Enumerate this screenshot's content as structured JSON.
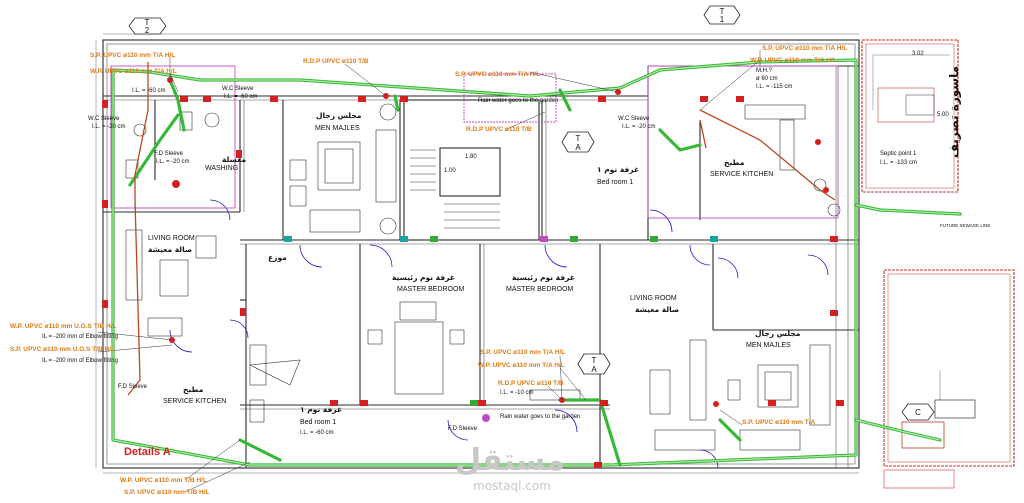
{
  "labels": {
    "tag_t2": "T\n2",
    "tag_t1": "T\n1",
    "tag_ta1": "T\nA",
    "tag_ta2": "T\nA",
    "sp_top_left": "S.P. UPVC ø110 mm T/A H/L",
    "wp_top_left": "W.P. UPVC ø110 mm T/A H/L",
    "rdp_top": "R.D.P UPVC ø110 T/B",
    "sp_top_mid": "S.P. UPVC ø110 mm T/A H/L",
    "sp_top_right": "S.P. UPVC ø110 mm T/A H/L",
    "wp_top_right": "W.P. UPVC ø110 mm T/A H/L",
    "rdp_mid": "R.D.P UPVC ø110 T/B",
    "rain_top": "Rain water goes to the garden",
    "il_60_left": "I.L. = -60 cm",
    "wc_sleeve_left": "W.C Sleeve",
    "il_60b_left": "I.L. = -60 cm",
    "wc_sleeve_left2": "W.C Sleeve",
    "il_20_left": "I.L. = -20 cm",
    "fd_sleeve_left": "F.D Sleeve",
    "il_20b_left": "I.L. = -20 cm",
    "washing_ar": "مغسلة",
    "washing_en": "WASHING",
    "men_majles_ar": "مجلس رجال",
    "men_majles_en": "MEN MAJLES",
    "bed1_ar": "غرفة نوم ١",
    "bed1_en": "Bed room 1",
    "mh": "M.H.?",
    "mh_d": "ø 60 cm",
    "mh_il": "I.L. = -115 cm",
    "wc_sleeve_right": "W.C Sleeve",
    "il_20_right": "I.L. = -20 cm",
    "kitchen_ar": "مطبخ",
    "kitchen_en": "SERVICE KITCHEN",
    "septic_ar": "ماسورة تصريف",
    "septic_pt": "Septic point 1",
    "septic_il": "I.L. = -133 cm",
    "stair_w": "1.80",
    "stair_h": "1.00",
    "living_en": "LIVING ROOM",
    "living_ar": "صالة معيشة",
    "store_ar": "موزع",
    "master1_ar": "غرفة نوم رئيسية",
    "master1_en": "MASTER BEDROOM",
    "master2_ar": "غرفة نوم رئيسية",
    "master2_en": "MASTER BEDROOM",
    "living2_en": "LIVING ROOM",
    "living2_ar": "صالة معيشة",
    "men2_ar": "مجلس رجال",
    "men2_en": "MEN MAJLES",
    "wp_ug_left": "W.P. UPVC ø110 mm U.G.S T/B H/L",
    "il_200_a": "IL = -200 mm of Elbow fitting",
    "sp_ug_left": "S.P. UPVC ø110 mm U.G.S T/B H/L",
    "il_200_b": "IL = -200 mm of Elbow fitting",
    "fd_sleeve_bl": "F.D Sleeve",
    "kitchen2_ar": "مطبخ",
    "kitchen2_en": "SERVICE KITCHEN",
    "bed2_ar": "غرفة نوم ١",
    "bed2_en": "Bed room 1",
    "il_60_bottom": "I.L. = -60 cm",
    "fd_sleeve_bottom": "F.D Sleeve",
    "sp_mid_bottom": "S.P. UPVC ø110 mm T/A H/L",
    "wp_mid_bottom": "W.P. UPVC ø110 mm T/A H/L",
    "rdp_bottom": "R.D.P UPVC ø110 T/B",
    "il_10": "I.L. = -10 cm",
    "rain_bottom": "Rain water goes to the garden",
    "sp_bottom_right": "S.P. UPVC ø110 mm T/A",
    "details": "Details A",
    "wp_bottom": "W.P. UPVC ø110 mm T/B H/L",
    "sp_bottom": "S.P. UPVC ø110 mm T/B H/L",
    "watermark_ar": "مستقل",
    "watermark_en": "mostaql.com",
    "dim_302": "3.02",
    "dim_500": "5.00",
    "future_line": "FUTURE SEWAGE LINE"
  },
  "colors": {
    "pipe": "#38b838",
    "annotation": "#e07a12",
    "soil": "#b8491f",
    "wall": "#2b2b2b",
    "door": "#1d1dcf",
    "sleeve": "#c24bc2",
    "fitting": "#d42020"
  }
}
